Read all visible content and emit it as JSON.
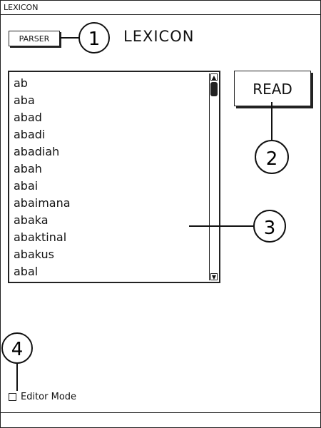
{
  "window": {
    "title": "LEXICON"
  },
  "header": {
    "parser_button_label": "PARSER",
    "heading": "LEXICON"
  },
  "lexicon_list": {
    "items": [
      "ab",
      "aba",
      "abad",
      "abadi",
      "abadiah",
      "abah",
      "abai",
      "abaimana",
      "abaka",
      "abaktinal",
      "abakus",
      "abal"
    ]
  },
  "read_button_label": "READ",
  "editor_mode": {
    "label": "Editor Mode",
    "checked": false
  },
  "callouts": [
    "1",
    "2",
    "3",
    "4"
  ]
}
